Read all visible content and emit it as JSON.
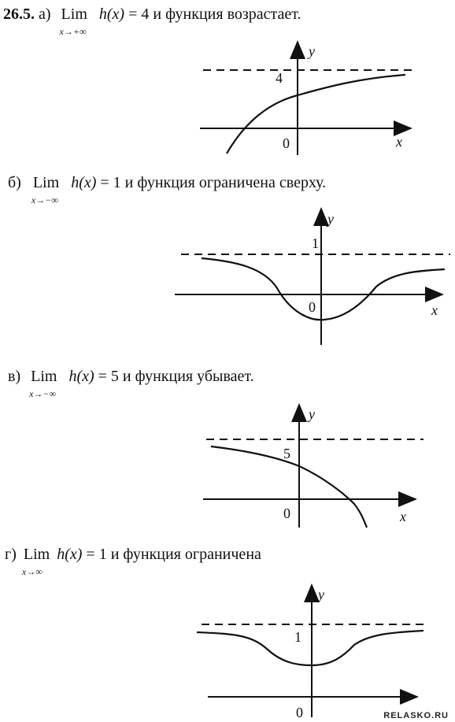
{
  "problem_number": "26.5.",
  "parts": [
    {
      "label": "а)",
      "lim_word": "Lim",
      "lim_sub": "x→+∞",
      "expr": "h(x)",
      "cond": "= 4 и функция возрастает.",
      "graph": {
        "y_label": "y",
        "x_label": "x",
        "origin_label": "0",
        "asymptote_label": "4"
      }
    },
    {
      "label": "б)",
      "lim_word": "Lim",
      "lim_sub": "x→−∞",
      "expr": "h(x)",
      "cond": "= 1 и функция ограничена сверху.",
      "graph": {
        "y_label": "y",
        "x_label": "x",
        "origin_label": "0",
        "asymptote_label": "1"
      }
    },
    {
      "label": "в)",
      "lim_word": "Lim",
      "lim_sub": "x→−∞",
      "expr": "h(x)",
      "cond": "= 5 и функция убывает.",
      "graph": {
        "y_label": "y",
        "x_label": "x",
        "origin_label": "0",
        "asymptote_label": "5"
      }
    },
    {
      "label": "г)",
      "lim_word": "Lim",
      "lim_sub": "x→∞",
      "expr": "h(x)",
      "cond": "= 1 и функция ограничена",
      "graph": {
        "y_label": "y",
        "x_label": "",
        "origin_label": "0",
        "asymptote_label": "1"
      }
    }
  ],
  "watermark": "RELASKO.RU"
}
